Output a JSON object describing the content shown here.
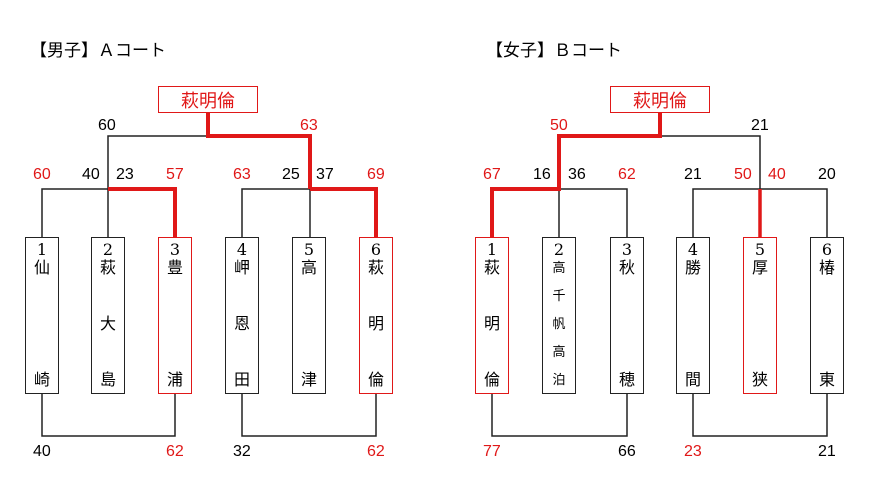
{
  "brackets": [
    {
      "title": "【男子】Ａコート",
      "champion": "萩明倫",
      "players": [
        {
          "num": "1",
          "chars": [
            "仙",
            "",
            "",
            "",
            "崎"
          ]
        },
        {
          "num": "2",
          "chars": [
            "萩",
            "",
            "大",
            "",
            "島"
          ]
        },
        {
          "num": "3",
          "chars": [
            "豊",
            "",
            "",
            "",
            "浦"
          ]
        },
        {
          "num": "4",
          "chars": [
            "岬",
            "",
            "恩",
            "",
            "田"
          ]
        },
        {
          "num": "5",
          "chars": [
            "高",
            "",
            "",
            "",
            "津"
          ]
        },
        {
          "num": "6",
          "chars": [
            "萩",
            "",
            "明",
            "",
            "倫"
          ]
        }
      ],
      "scores": {
        "top_left": "60",
        "top_right": "63",
        "r1_1": "60",
        "r1_2": "40",
        "r1_3": "23",
        "r1_4": "57",
        "r1_5": "63",
        "r1_6": "25",
        "r1_7": "37",
        "r1_8": "69",
        "b1": "40",
        "b2": "62",
        "b3": "32",
        "b4": "62"
      }
    },
    {
      "title": "【女子】Ｂコート",
      "champion": "萩明倫",
      "players": [
        {
          "num": "1",
          "chars": [
            "萩",
            "",
            "明",
            "",
            "倫"
          ]
        },
        {
          "num": "2",
          "chars": [
            "高",
            "千",
            "帆",
            "高",
            "泊"
          ]
        },
        {
          "num": "3",
          "chars": [
            "秋",
            "",
            "",
            "",
            "穂"
          ]
        },
        {
          "num": "4",
          "chars": [
            "勝",
            "",
            "",
            "",
            "間"
          ]
        },
        {
          "num": "5",
          "chars": [
            "厚",
            "",
            "",
            "",
            "狭"
          ]
        },
        {
          "num": "6",
          "chars": [
            "椿",
            "",
            "",
            "",
            "東"
          ]
        }
      ],
      "scores": {
        "top_left": "50",
        "top_right": "21",
        "r1_1": "67",
        "r1_2": "16",
        "r1_3": "36",
        "r1_4": "62",
        "r1_5": "21",
        "r1_6": "50",
        "r1_7": "40",
        "r1_8": "20",
        "b1": "77",
        "b2": "66",
        "b3": "23",
        "b4": "21"
      }
    }
  ],
  "colors": {
    "win": "#e01818",
    "line": "#222222"
  }
}
